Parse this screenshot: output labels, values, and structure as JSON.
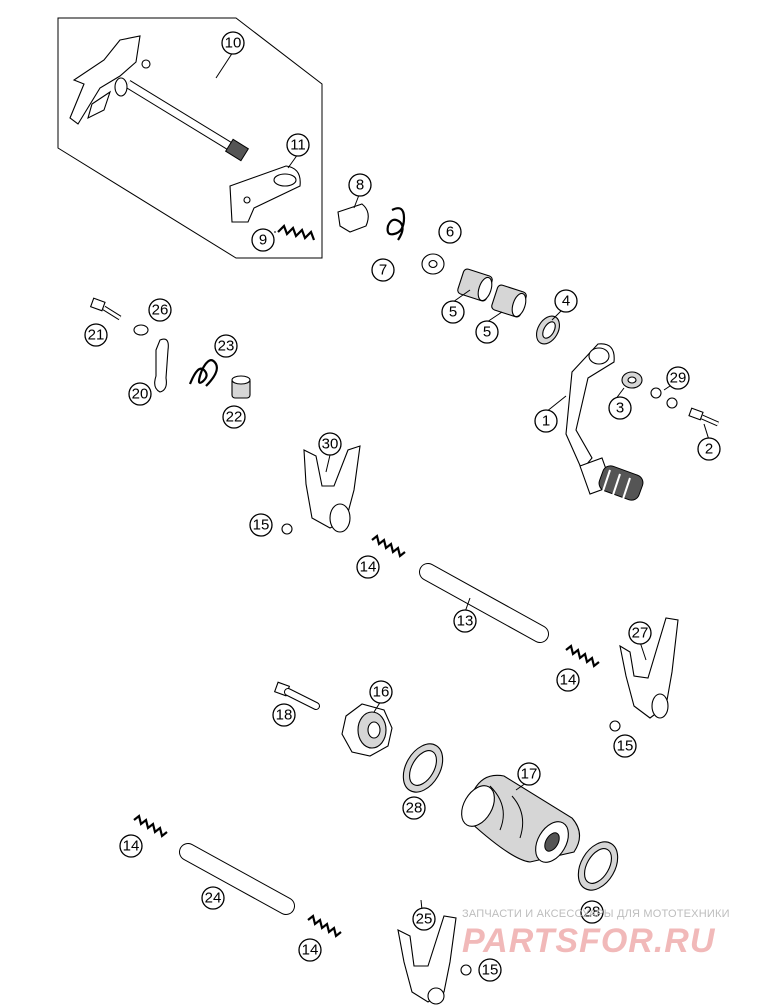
{
  "diagram": {
    "callouts": [
      {
        "id": "c10",
        "label": "10"
      },
      {
        "id": "c11",
        "label": "11"
      },
      {
        "id": "c9",
        "label": "9"
      },
      {
        "id": "c8",
        "label": "8"
      },
      {
        "id": "c7",
        "label": "7"
      },
      {
        "id": "c6",
        "label": "6"
      },
      {
        "id": "c5a",
        "label": "5"
      },
      {
        "id": "c5b",
        "label": "5"
      },
      {
        "id": "c4",
        "label": "4"
      },
      {
        "id": "c26",
        "label": "26"
      },
      {
        "id": "c21",
        "label": "21"
      },
      {
        "id": "c23",
        "label": "23"
      },
      {
        "id": "c20",
        "label": "20"
      },
      {
        "id": "c22",
        "label": "22"
      },
      {
        "id": "c29",
        "label": "29"
      },
      {
        "id": "c3",
        "label": "3"
      },
      {
        "id": "c1",
        "label": "1"
      },
      {
        "id": "c2",
        "label": "2"
      },
      {
        "id": "c30",
        "label": "30"
      },
      {
        "id": "c15a",
        "label": "15"
      },
      {
        "id": "c14a",
        "label": "14"
      },
      {
        "id": "c13",
        "label": "13"
      },
      {
        "id": "c27",
        "label": "27"
      },
      {
        "id": "c14b",
        "label": "14"
      },
      {
        "id": "c15b",
        "label": "15"
      },
      {
        "id": "c16",
        "label": "16"
      },
      {
        "id": "c18",
        "label": "18"
      },
      {
        "id": "c17",
        "label": "17"
      },
      {
        "id": "c28a",
        "label": "28"
      },
      {
        "id": "c14c",
        "label": "14"
      },
      {
        "id": "c24",
        "label": "24"
      },
      {
        "id": "c28b",
        "label": "28"
      },
      {
        "id": "c25",
        "label": "25"
      },
      {
        "id": "c14d",
        "label": "14"
      },
      {
        "id": "c15c",
        "label": "15"
      }
    ]
  },
  "watermark": {
    "caption": "ЗАПЧАСТИ И АКСЕССУАРЫ ДЛЯ МОТОТЕХНИКИ",
    "logo": "PARTSFOR.RU",
    "color": "#f1b9b9"
  }
}
